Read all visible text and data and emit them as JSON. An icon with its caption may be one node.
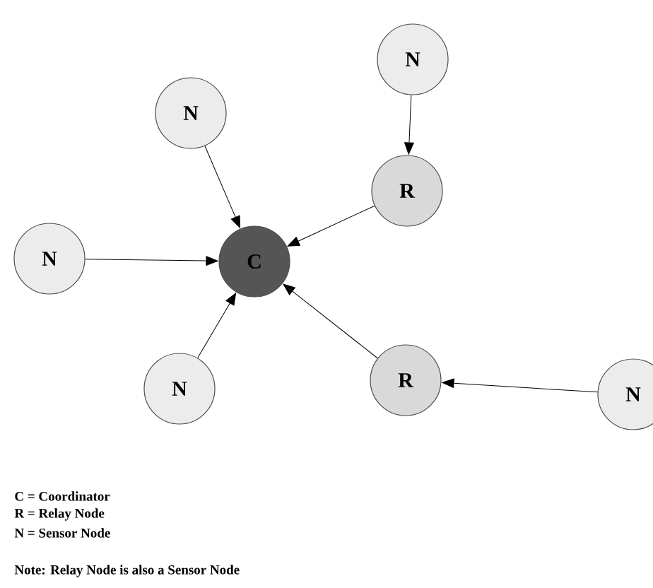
{
  "diagram": {
    "nodes": [
      {
        "text": [
          "N"
        ]
      },
      {
        "text": [
          "N"
        ]
      },
      {
        "text": [
          "R"
        ]
      },
      {
        "text": [
          "N"
        ]
      },
      {
        "text": [
          "C"
        ]
      },
      {
        "text": [
          "R"
        ]
      },
      {
        "text": [
          "N"
        ]
      },
      {
        "text": [
          "N"
        ]
      }
    ],
    "edges": [
      {
        "from": 0,
        "to": 2,
        "arrow": "to"
      },
      {
        "from": 1,
        "to": 4,
        "arrow": "to"
      },
      {
        "from": 2,
        "to": 4,
        "arrow": "to"
      },
      {
        "from": 3,
        "to": 4,
        "arrow": "to"
      },
      {
        "from": 6,
        "to": 4,
        "arrow": "to"
      },
      {
        "from": 5,
        "to": 4,
        "arrow": "to"
      },
      {
        "from": 7,
        "to": 5,
        "arrow": "to"
      }
    ],
    "labels": [
      "C = Coordinator",
      "R = Relay Node",
      "N = Sensor Node",
      "Note: Relay Node is also a Sensor Node"
    ]
  }
}
